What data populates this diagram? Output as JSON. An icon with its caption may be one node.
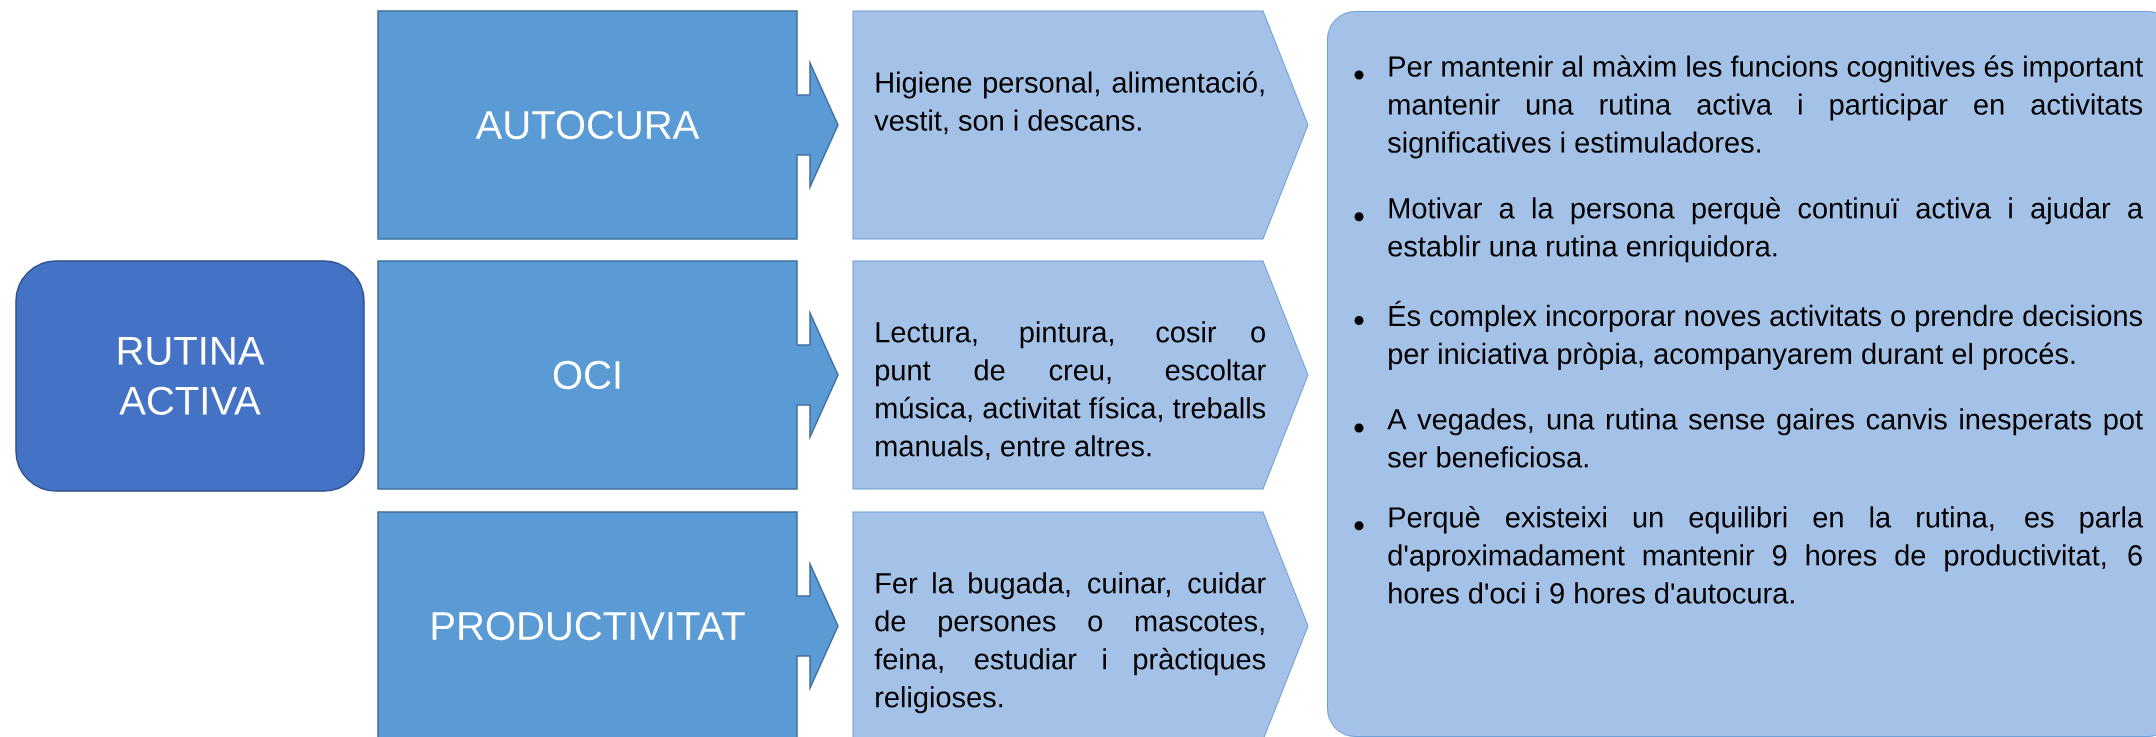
{
  "diagram": {
    "nodes": [
      {
        "text": [
          "RUTINA ACTIVA"
        ]
      },
      {
        "text": [
          "AUTOCURA"
        ]
      },
      {
        "text": [
          "Higiene personal, alimentació, vestit, son i descans."
        ]
      },
      {
        "text": [
          "OCI"
        ]
      },
      {
        "text": [
          "Lectura, pintura, cosir o punt de creu, escoltar música, activitat física, treballs manuals, entre altres."
        ]
      },
      {
        "text": [
          "PRODUCTIVITAT"
        ]
      },
      {
        "text": [
          "Fer la bugada, cuinar, cuidar de persones o mascotes, feina, estudiar i pràctiques religioses."
        ]
      },
      {
        "text": [
          "Per mantenir al màxim les funcions cognitives és important mantenir una rutina activa i participar en activitats significatives i estimuladores.",
          "Motivar a la persona perquè continuï activa i ajudar a establir una rutina enriquidora.",
          "És complex incorporar noves activitats o prendre decisions per iniciativa pròpia, acompanyarem durant el procés.",
          "A vegades, una rutina sense gaires canvis inesperats pot ser beneficiosa.",
          "Perquè existeixi un equilibri en la rutina, es parla d'aproximadament mantenir 9 hores de productivitat, 6 hores d'oci i 9 hores d'autocura."
        ]
      }
    ]
  }
}
